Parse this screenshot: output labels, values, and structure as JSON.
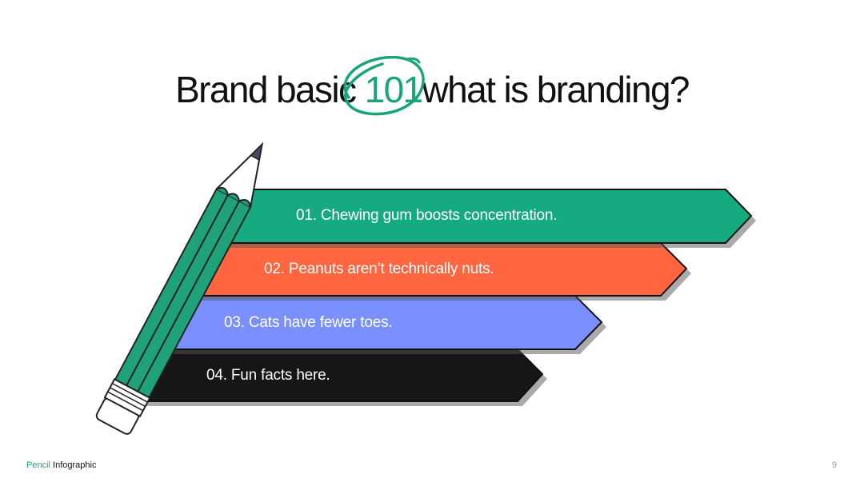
{
  "title": {
    "before": "Brand basic",
    "highlight": "101",
    "after": "what is branding?"
  },
  "steps": [
    {
      "label": "01. Chewing gum boosts concentration.",
      "color": "#15aa80"
    },
    {
      "label": "02. Peanuts aren’t technically nuts.",
      "color": "#ff6640"
    },
    {
      "label": "03. Cats have fewer toes.",
      "color": "#7a90ff"
    },
    {
      "label": "04. Fun facts here.",
      "color": "#161616"
    }
  ],
  "footer": {
    "brand": "Pencil",
    "section": "Infographic",
    "page": "9"
  },
  "colors": {
    "accent": "#1aa47c",
    "pencil_body": "#1fa27a",
    "pencil_tip": "#3f4a5e"
  },
  "icons": {
    "pencil": "pencil-icon",
    "highlight_circle": "hand-drawn-circle"
  }
}
